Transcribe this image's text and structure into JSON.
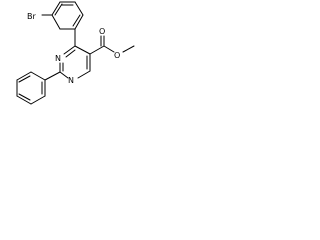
{
  "molecule": {
    "atoms": {
      "bromine": "Br",
      "carbonyl_oxygen": "O",
      "ester_oxygen": "O",
      "ring_nitrogen_1": "N",
      "ring_nitrogen_3": "N"
    }
  }
}
